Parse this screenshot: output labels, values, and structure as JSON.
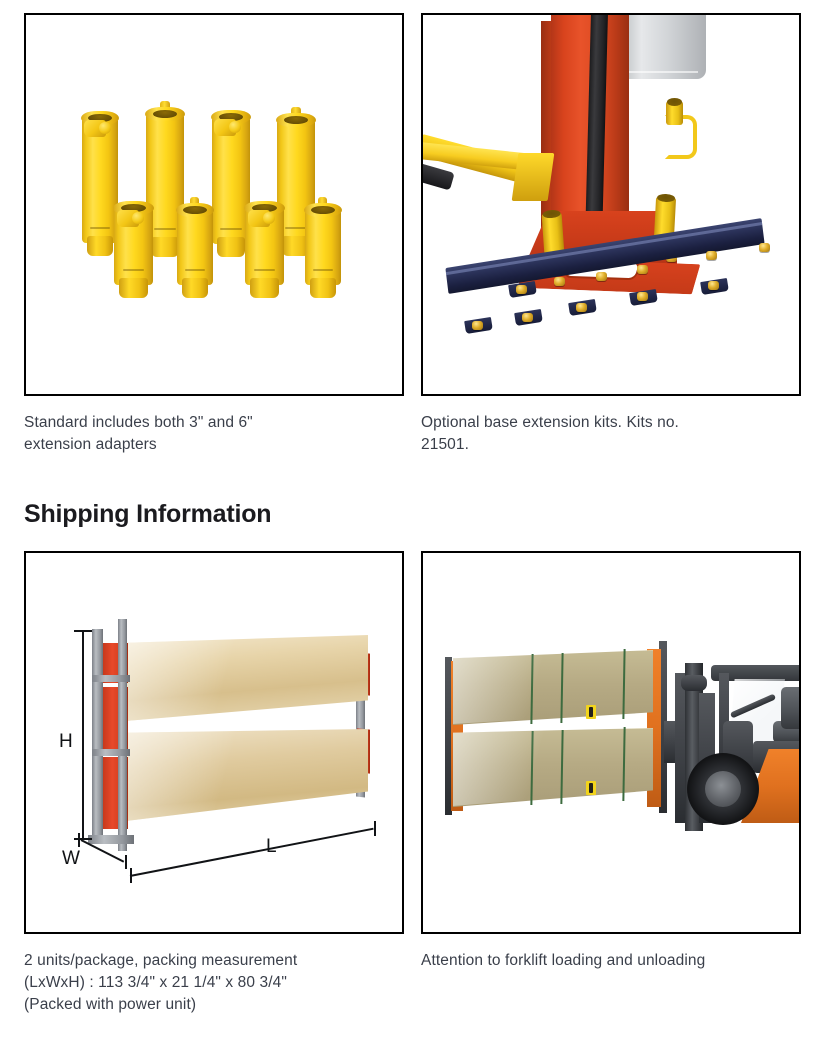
{
  "page": {
    "text_color": "#3a3f4a",
    "heading_color": "#1b1b1f",
    "background": "#ffffff"
  },
  "figures": [
    {
      "id": "extension-adapters",
      "caption": "Standard includes both 3\" and 6\"\nextension adapters",
      "alt": "Eight yellow cylindrical lift extension adapters arranged in two rows"
    },
    {
      "id": "base-extension-kit",
      "caption": "Optional base extension kits. Kits no.\n21501.",
      "alt": "Red two-post lift column base fitted with a dark blue bolt-on base extension bar"
    },
    {
      "id": "shipping-package",
      "caption": "2 units/package, packing measurement\n(LxWxH) : 113 3/4\" x 21 1/4\" x 80 3/4\"\n(Packed with power unit)",
      "alt": "Two stacked shrink-wrapped lift packages on a steel shipping rack with H, W and L dimension arrows"
    },
    {
      "id": "forklift-handling",
      "caption": "Attention to forklift loading and unloading",
      "alt": "Orange forklift lifting two stacked cartoned lift packages"
    }
  ],
  "section": {
    "shipping_heading": "Shipping Information"
  },
  "dimension_labels": {
    "height": "H",
    "width": "W",
    "length": "L"
  },
  "colors": {
    "adapter_yellow": "#ffd91f",
    "lift_red": "#d8431d",
    "base_bar_navy": "#2a3158",
    "bolt_brass": "#e0ae2a",
    "forklift_orange": "#e0711f",
    "carton_kraft": "#b6aa84",
    "frame_border": "#000000"
  }
}
